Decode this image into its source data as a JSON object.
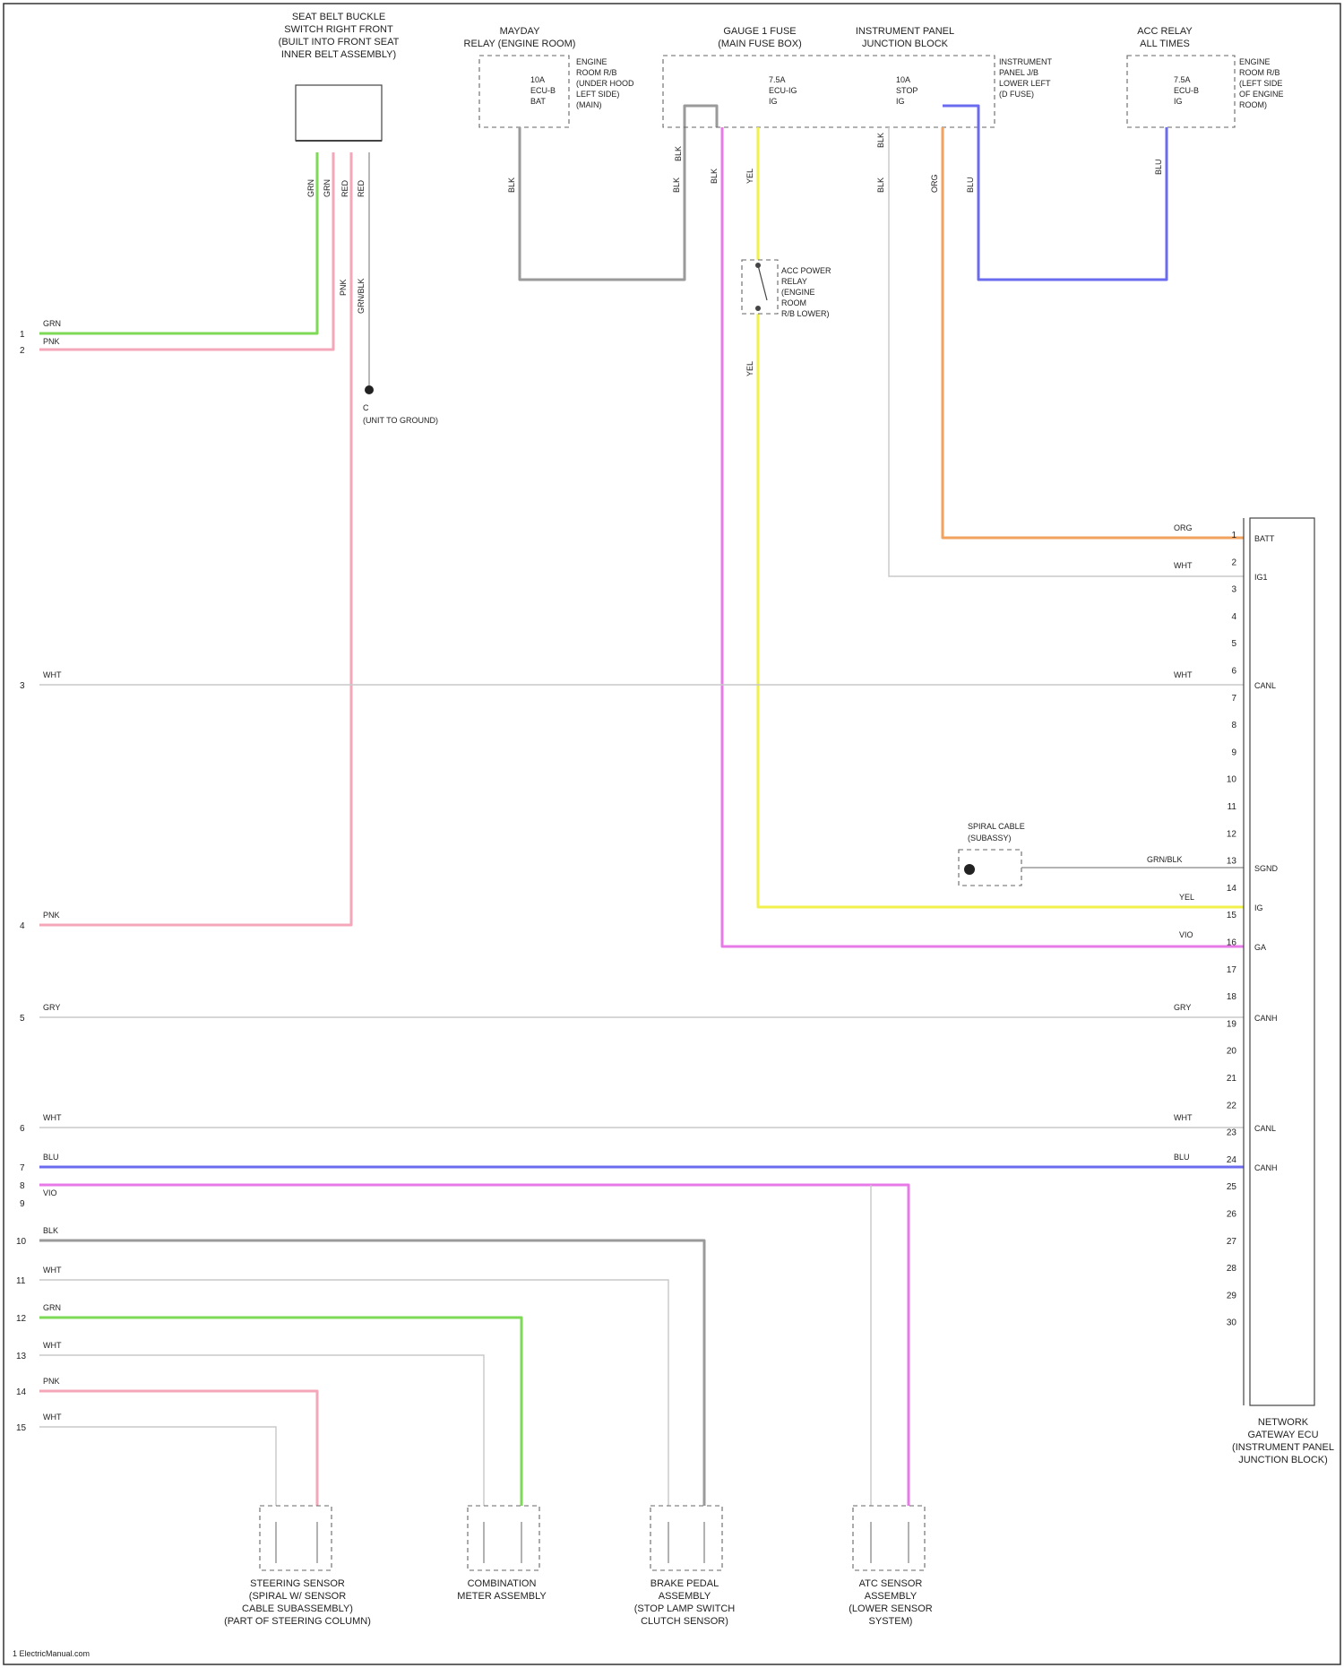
{
  "page": {
    "footer": "1 ElectricManual.com"
  },
  "components": {
    "seatbelt_harness": [
      "SEAT BELT BUCKLE",
      "SWITCH RIGHT FRONT",
      "(BUILT INTO FRONT SEAT",
      "INNER BELT ASSEMBLY)"
    ],
    "fuse_top_left": [
      "MAYDAY",
      "RELAY (ENGINE ROOM)"
    ],
    "fuse_mid": [
      "GAUGE 1 FUSE",
      "(MAIN FUSE BOX)"
    ],
    "fuse_right": [
      "INSTRUMENT PANEL",
      "JUNCTION BLOCK"
    ],
    "fuse_far_right": [
      "ACC RELAY",
      "ALL TIMES"
    ],
    "junction_right_label": [
      "INSTRUMENT",
      "PANEL J/B",
      "LOWER LEFT",
      "(D FUSE)"
    ],
    "box_note_1": [
      "ENGINE",
      "ROOM R/B",
      "(UNDER HOOD",
      "LEFT SIDE)",
      "(MAIN)"
    ],
    "box_note_2": [
      "ENGINE",
      "ROOM R/B",
      "(LEFT SIDE",
      "OF ENGINE",
      "ROOM)"
    ],
    "ground_left": [
      "C",
      "(UNIT TO GROUND)"
    ],
    "cruise_switch": [
      "ACC POWER",
      "RELAY",
      "(ENGINE",
      "ROOM",
      "R/B LOWER)"
    ],
    "spiral": [
      "SPIRAL CABLE",
      "(SUBASSY)"
    ],
    "ecu_label": [
      "NETWORK",
      "GATEWAY ECU",
      "(INSTRUMENT PANEL",
      "JUNCTION BLOCK)"
    ],
    "bottom_1": [
      "STEERING SENSOR",
      "(SPIRAL W/ SENSOR",
      "CABLE SUBASSEMBLY)",
      "(PART OF STEERING COLUMN)"
    ],
    "bottom_2": [
      "COMBINATION",
      "METER ASSEMBLY"
    ],
    "bottom_3": [
      "BRAKE PEDAL",
      "ASSEMBLY",
      "(STOP LAMP SWITCH",
      "CLUTCH SENSOR)"
    ],
    "bottom_4": [
      "ATC SENSOR",
      "ASSEMBLY",
      "(LOWER SENSOR",
      "SYSTEM)"
    ]
  },
  "wire_labels": {
    "seatbelt_pins": [
      "GRN",
      "GRN",
      "RED",
      "RED"
    ],
    "seatbelt_low": [
      "PNK",
      "GRN/BLK"
    ],
    "fuse_tl": [
      "BLK",
      "BLK"
    ],
    "fuse_mid": [
      "BLK",
      "YEL",
      "BLK"
    ],
    "fuse_right": [
      "BLK",
      "BLK",
      "ORG",
      "BLU"
    ],
    "fuse_far_right": [
      "BLU"
    ],
    "yellow_low": "YEL",
    "left_top_1": "GRN",
    "left_top_2": "PNK",
    "left_mid": "WHT",
    "left_pnk": "PNK",
    "left_gry": "GRY",
    "left_wht": "WHT",
    "left_blu": "BLU",
    "left_vio": "VIO",
    "left_blk": "BLK",
    "left_wht2": "WHT",
    "left_grn": "GRN",
    "left_wht3": "WHT",
    "left_pnk2": "PNK",
    "left_wht4": "WHT",
    "ecu_in_org": "ORG",
    "ecu_in_wht": "WHT",
    "ecu_in_wht2": "WHT",
    "ecu_in_grn_blk": "GRN/BLK",
    "ecu_in_yel": "YEL",
    "ecu_in_vio": "VIO",
    "ecu_in_gry": "GRY",
    "ecu_in_wht3": "WHT",
    "ecu_in_blu": "BLU"
  },
  "left_pins": [
    "1",
    "2",
    "3",
    "4",
    "5",
    "6",
    "7",
    "8",
    "9",
    "10",
    "11",
    "12",
    "13",
    "14",
    "15"
  ],
  "ecu_pins": [
    "1",
    "2",
    "3",
    "4",
    "5",
    "6",
    "7",
    "8",
    "9",
    "10",
    "11",
    "12",
    "13",
    "14",
    "15",
    "16",
    "17",
    "18",
    "19",
    "20",
    "21",
    "22",
    "23",
    "24",
    "25",
    "26",
    "27",
    "28",
    "29",
    "30"
  ],
  "ecu_terms": {
    "t1": "BATT",
    "t2": "IG1",
    "t3": "CANL",
    "t4": "SGND",
    "t5": "IG",
    "t6": "GA",
    "t7": "CANH",
    "t8": "CANL",
    "t9": "CANH"
  },
  "fuse_text": {
    "tl": [
      "10A",
      "ECU-B",
      "BAT"
    ],
    "mid": [
      "7.5A",
      "ECU-IG",
      "IG"
    ],
    "right": [
      "10A",
      "STOP",
      "IG"
    ],
    "far_right": [
      "7.5A",
      "ECU-B",
      "IG"
    ]
  },
  "colors": {
    "green": "#7ED957",
    "pink": "#F4A7B9",
    "gray": "#9A9A9A",
    "lightgray": "#C8C8C8",
    "yellow": "#F2F04A",
    "violet": "#E87AE8",
    "orange": "#F2A25C",
    "blue": "#6B6BF0"
  }
}
